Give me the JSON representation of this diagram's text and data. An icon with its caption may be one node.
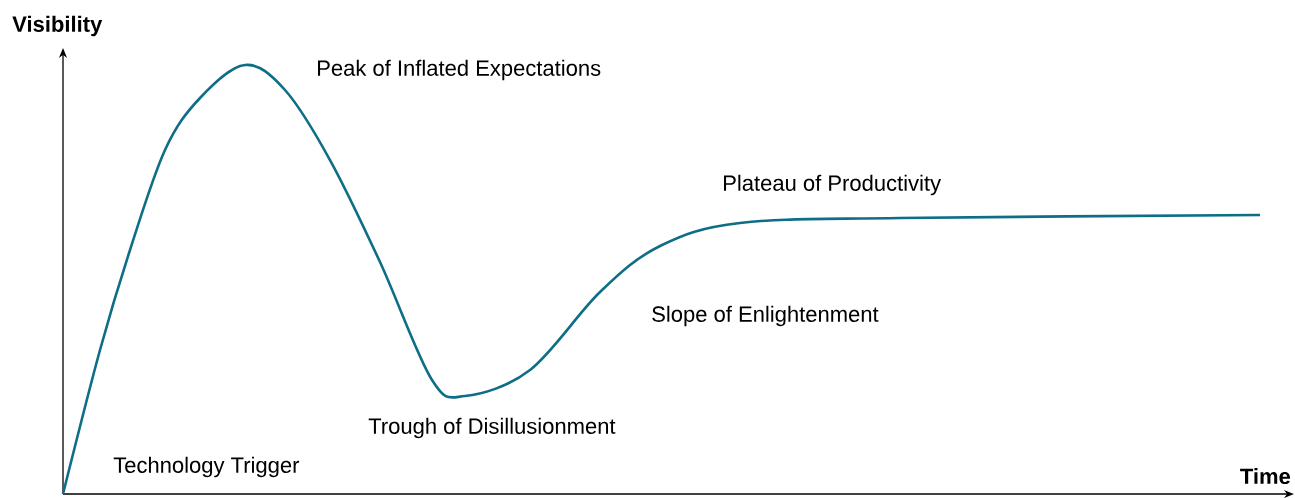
{
  "diagram": {
    "labels": [
      "Visibility",
      "Peak of Inflated Expectations",
      "Plateau of Productivity",
      "Slope of Enlightenment",
      "Trough of Disillusionment",
      "Technology Trigger",
      "Time"
    ]
  }
}
